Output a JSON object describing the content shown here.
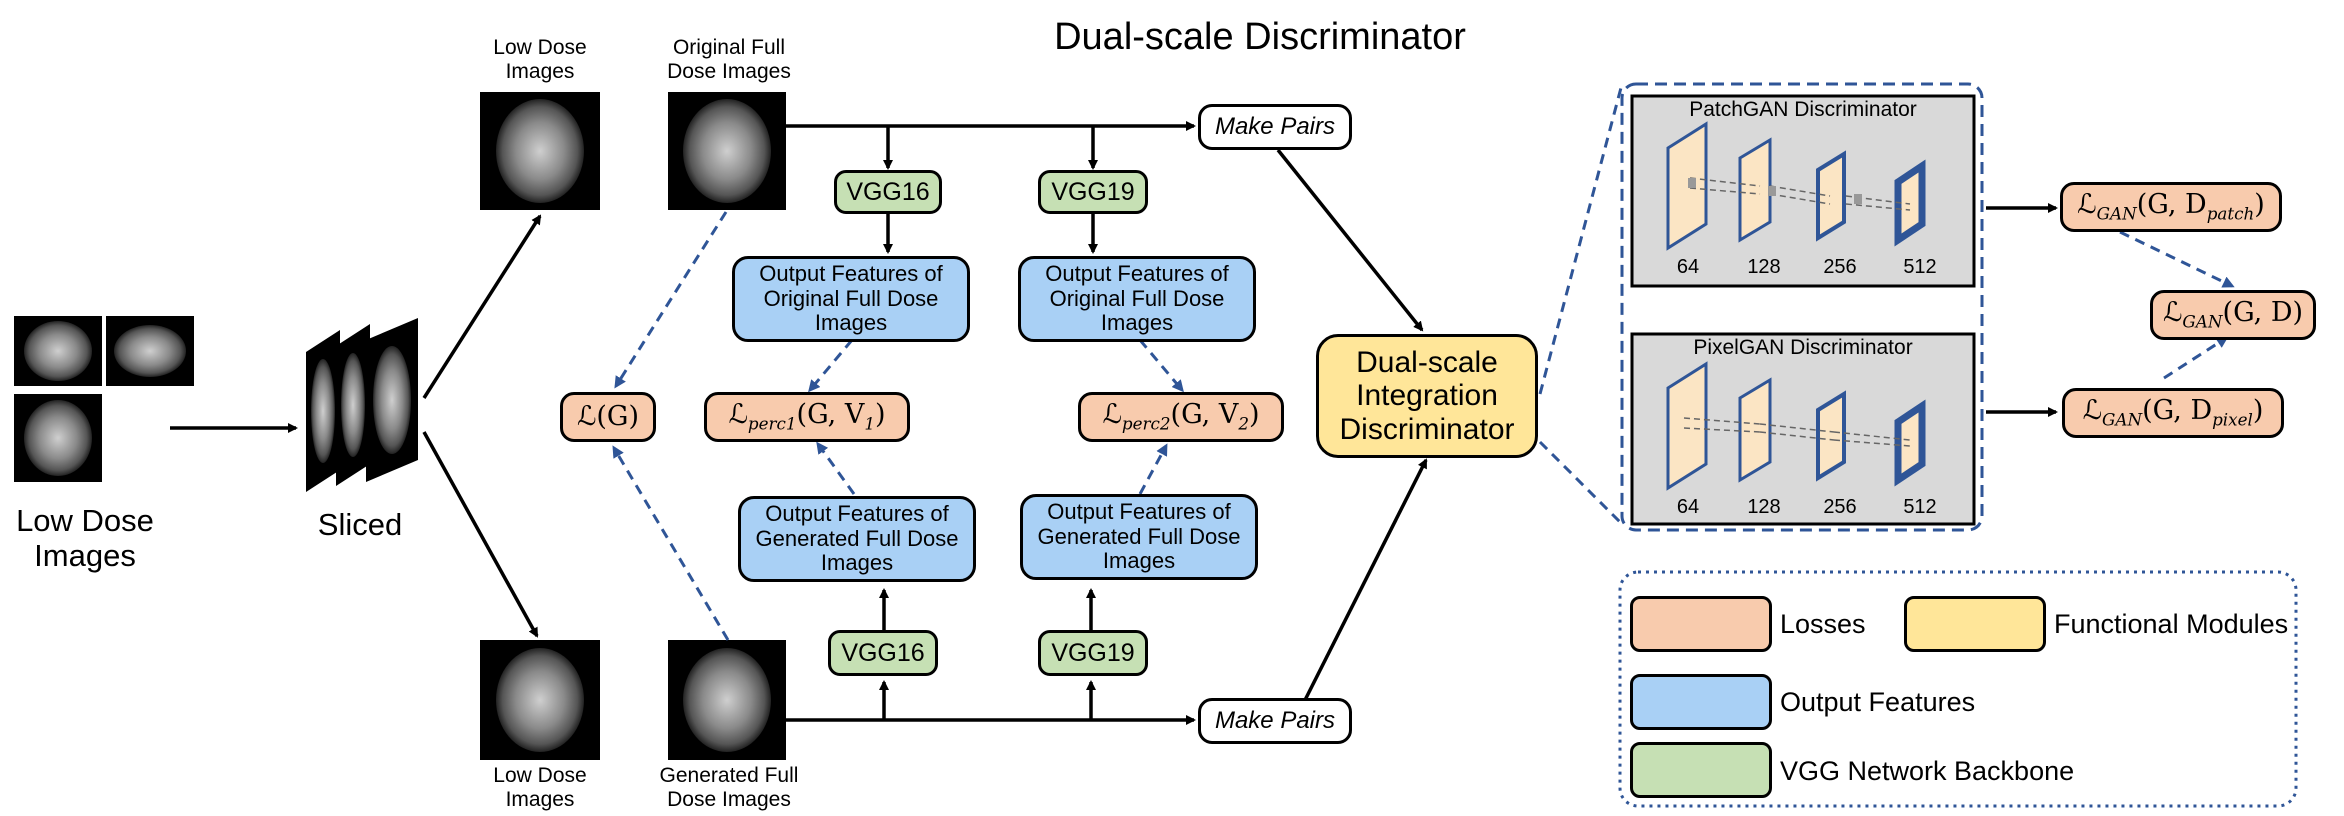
{
  "title": "Dual-scale Discriminator",
  "left": {
    "input_label_line1": "Low Dose",
    "input_label_line2": "Images",
    "sliced_label": "Sliced",
    "top_slice_label_line1": "Low Dose",
    "top_slice_label_line2": "Images",
    "bottom_slice_label_line1": "Low Dose",
    "bottom_slice_label_line2": "Images"
  },
  "images": {
    "original_label_line1": "Original Full",
    "original_label_line2": "Dose Images",
    "generated_label_line1": "Generated Full",
    "generated_label_line2": "Dose Images"
  },
  "vgg": {
    "top_left": "VGG16",
    "top_right": "VGG19",
    "bottom_left": "VGG16",
    "bottom_right": "VGG19"
  },
  "features": {
    "orig_left_1": "Output Features of",
    "orig_left_2": "Original Full Dose",
    "orig_left_3": "Images",
    "orig_right_1": "Output Features of",
    "orig_right_2": "Original Full Dose",
    "orig_right_3": "Images",
    "gen_left_1": "Output Features of",
    "gen_left_2": "Generated Full Dose",
    "gen_left_3": "Images",
    "gen_right_1": "Output Features of",
    "gen_right_2": "Generated Full Dose",
    "gen_right_3": "Images"
  },
  "losses": {
    "lg": "ℒ(G)",
    "perc1_main": "ℒ",
    "perc1_sub": "perc1",
    "perc1_args": "(G, V",
    "perc1_vsub": "1",
    "perc2_main": "ℒ",
    "perc2_sub": "perc2",
    "perc2_args": "(G, V",
    "perc2_vsub": "2",
    "gan_patch_main": "ℒ",
    "gan_patch_sub": "GAN",
    "gan_patch_args": "(G, D",
    "gan_patch_dsub": "patch",
    "gan_pixel_main": "ℒ",
    "gan_pixel_sub": "GAN",
    "gan_pixel_args": "(G, D",
    "gan_pixel_dsub": "pixel",
    "gan_main": "ℒ",
    "gan_sub": "GAN",
    "gan_args": "(G, D)"
  },
  "make_pairs_top": "Make Pairs",
  "make_pairs_bottom": "Make Pairs",
  "dual": {
    "line1": "Dual-scale",
    "line2": "Integration",
    "line3": "Discriminator"
  },
  "patchgan": {
    "title": "PatchGAN Discriminator",
    "channels": [
      "64",
      "128",
      "256",
      "512"
    ]
  },
  "pixelgan": {
    "title": "PixelGAN Discriminator",
    "channels": [
      "64",
      "128",
      "256",
      "512"
    ]
  },
  "legend": {
    "losses": "Losses",
    "functional": "Functional Modules",
    "output": "Output Features",
    "vgg": "VGG Network Backbone"
  },
  "colors": {
    "loss": "#f8cbad",
    "functional": "#ffe699",
    "output": "#a9d0f5",
    "vgg": "#c6e0b4",
    "dashed_arrow": "#2f5597",
    "panel_bg": "#d9d9d9"
  }
}
